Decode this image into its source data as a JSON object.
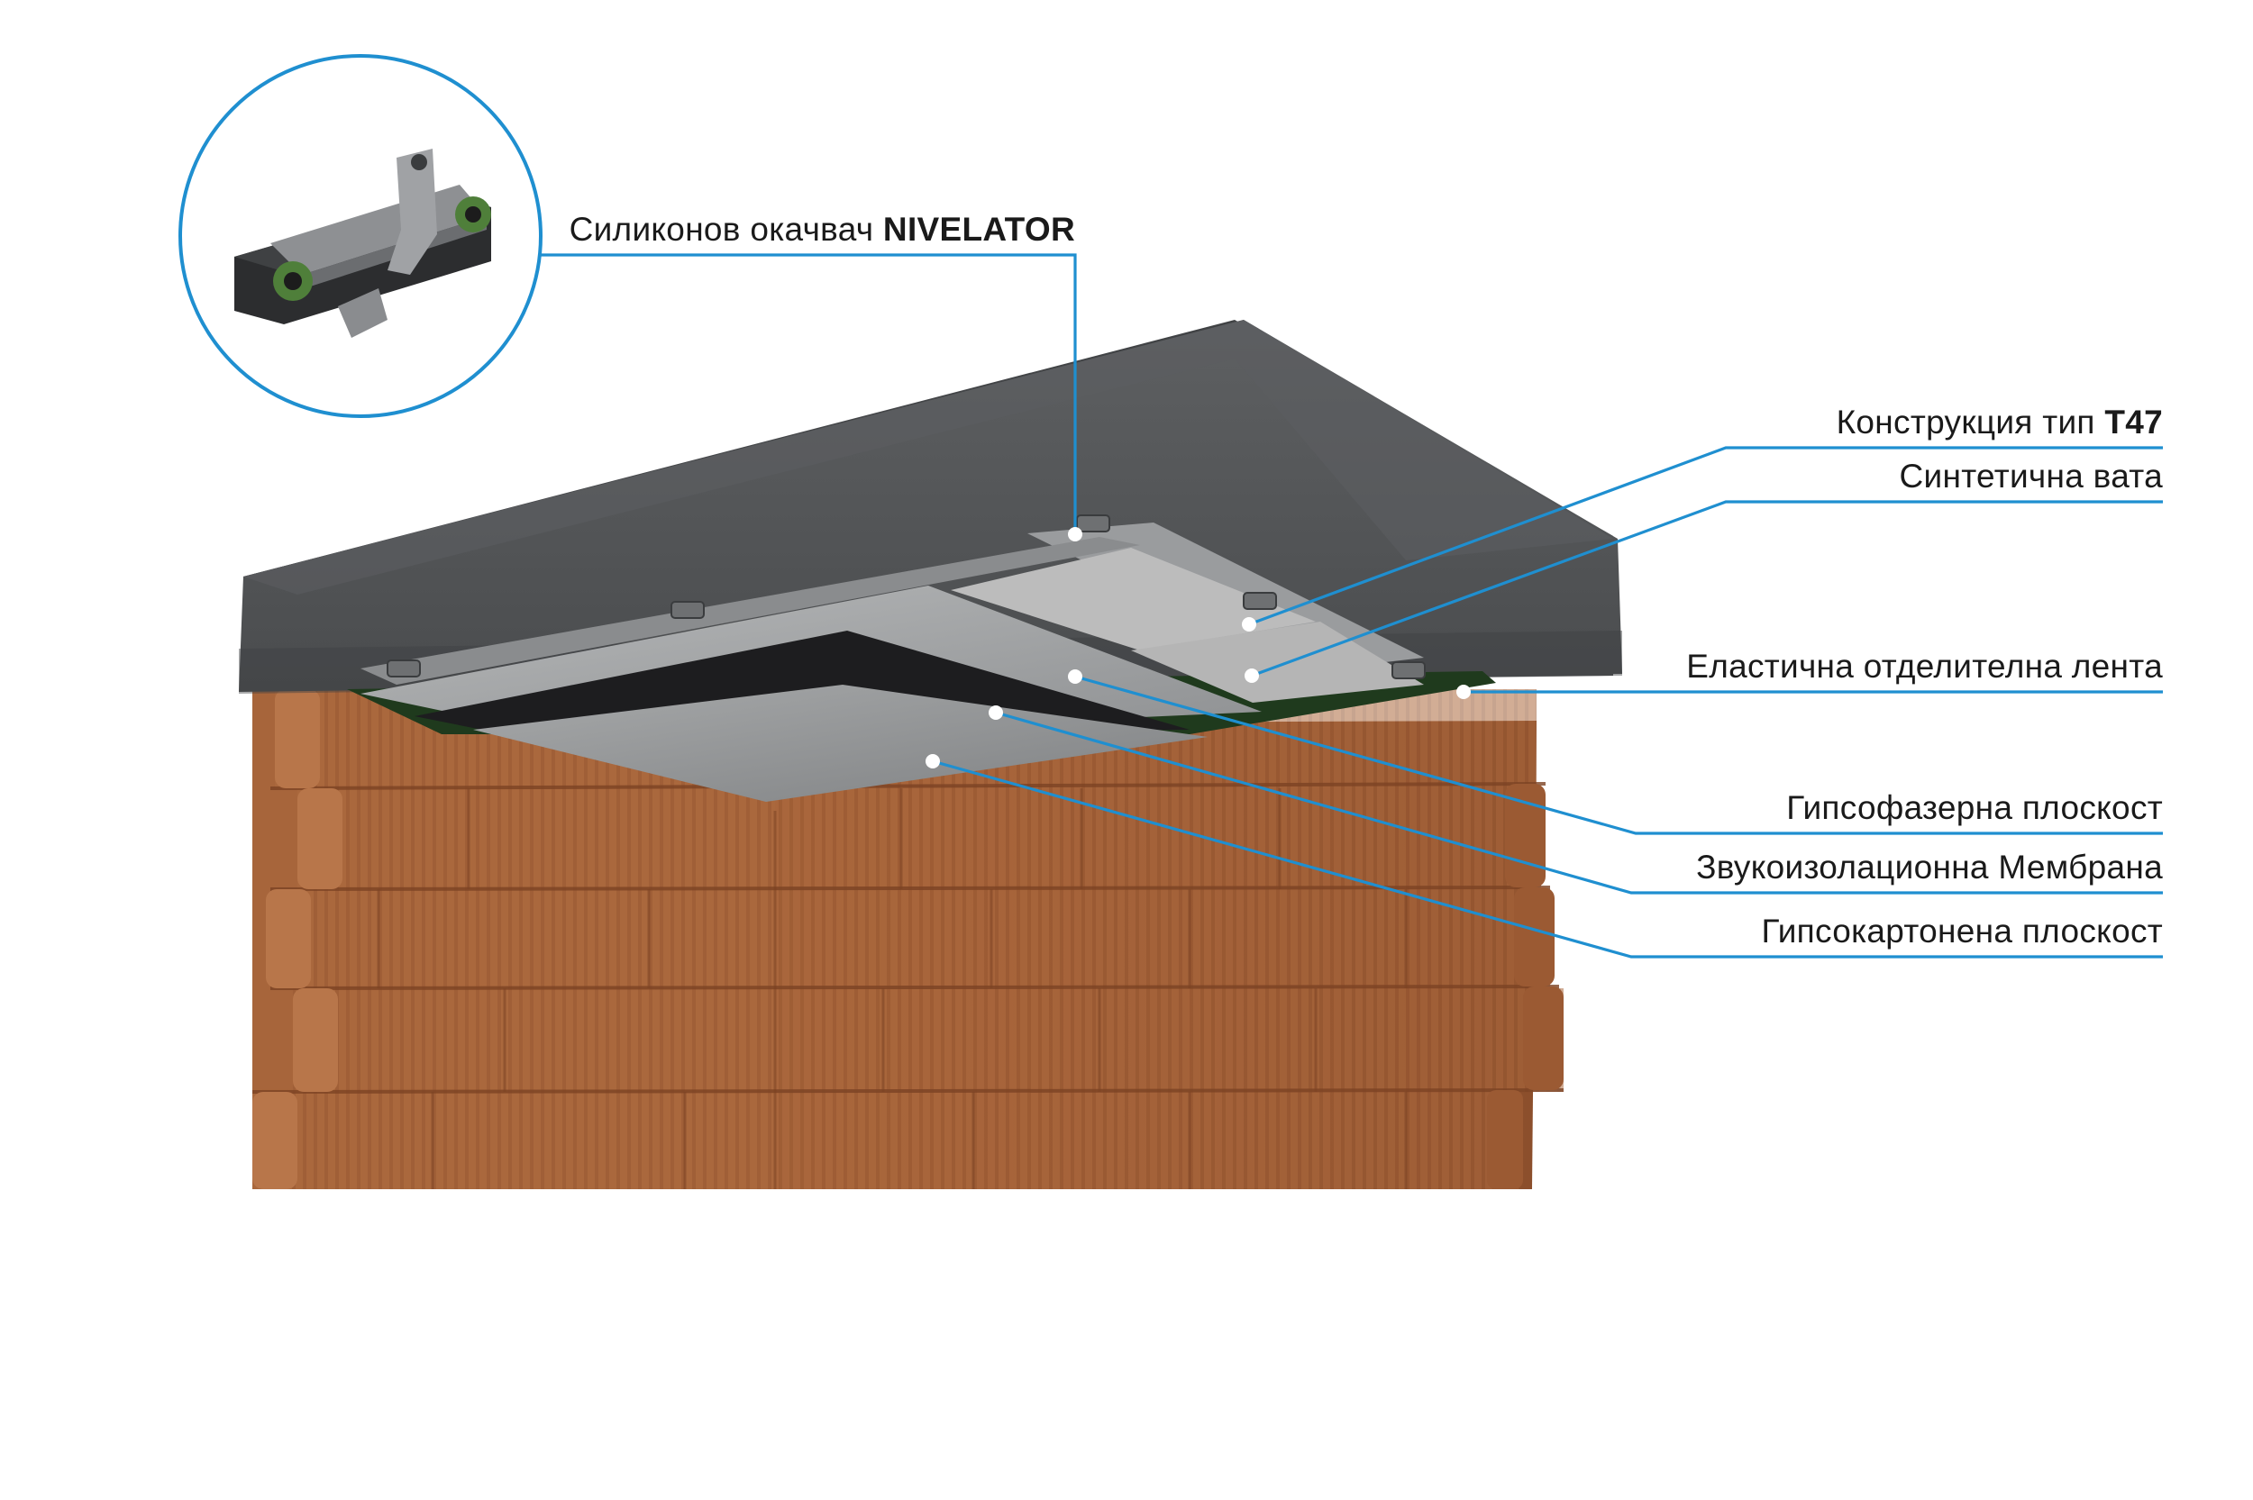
{
  "callout": {
    "prefix": "Силиконов окачвач ",
    "emphasis": "NIVELATOR"
  },
  "labels": [
    {
      "id": "t47",
      "prefix": "Конструкция тип ",
      "emphasis": "T47"
    },
    {
      "id": "wool",
      "prefix": "Синтетична вата",
      "emphasis": ""
    },
    {
      "id": "tape",
      "prefix": "Еластична отделителна лента",
      "emphasis": ""
    },
    {
      "id": "gypsum-fiber",
      "prefix": "Гипсофазерна плоскост",
      "emphasis": ""
    },
    {
      "id": "membrane",
      "prefix": "Звукоизолационна Мембрана",
      "emphasis": ""
    },
    {
      "id": "drywall",
      "prefix": "Гипсокартонена плоскост",
      "emphasis": ""
    }
  ],
  "colors": {
    "leader": "#1f8fd0",
    "concrete": "#56585a",
    "brick": "#a9633a",
    "green_tape": "#1f3a1d"
  }
}
